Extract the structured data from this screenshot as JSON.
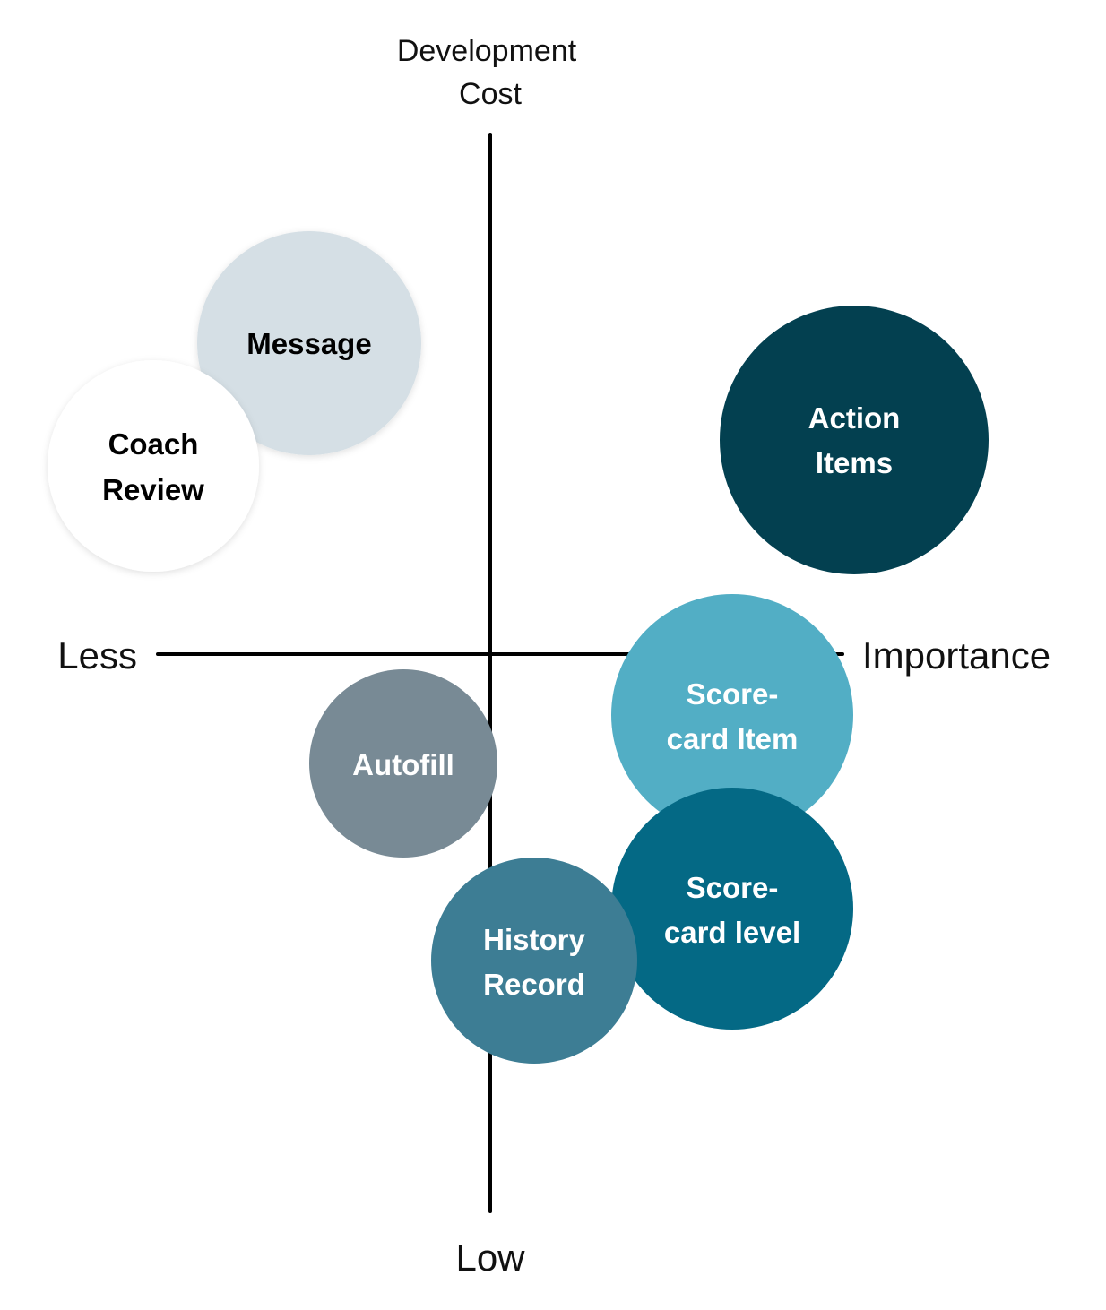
{
  "axes": {
    "vertical_top": [
      "Development",
      "Cost"
    ],
    "vertical_bottom": "Low",
    "horizontal_left": "Less",
    "horizontal_right": "Importance"
  },
  "bubbles": [
    {
      "id": "message",
      "lines": [
        "Message"
      ],
      "fill": "#D5DFE5",
      "text_color": "#000000"
    },
    {
      "id": "coach-review",
      "lines": [
        "Coach",
        "Review"
      ],
      "fill": "#FFFFFF",
      "text_color": "#000000"
    },
    {
      "id": "action-items",
      "lines": [
        "Action",
        "Items"
      ],
      "fill": "#034050",
      "text_color": "#FFFFFF"
    },
    {
      "id": "autofill",
      "lines": [
        "Autofill"
      ],
      "fill": "#788A95",
      "text_color": "#FFFFFF"
    },
    {
      "id": "scorecard-item",
      "lines": [
        "Score-",
        "card Item"
      ],
      "fill": "#52AEC5",
      "text_color": "#FFFFFF"
    },
    {
      "id": "scorecard-level",
      "lines": [
        "Score-",
        "card level"
      ],
      "fill": "#046985",
      "text_color": "#FFFFFF"
    },
    {
      "id": "history-record",
      "lines": [
        "History",
        "Record"
      ],
      "fill": "#3D7D94",
      "text_color": "#FFFFFF"
    }
  ]
}
